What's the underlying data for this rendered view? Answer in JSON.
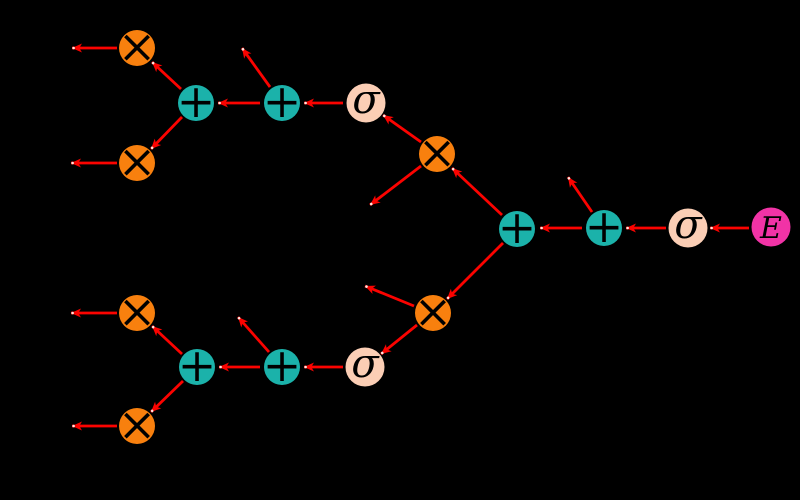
{
  "colors": {
    "background": "#000000",
    "multiply": "#F8800E",
    "add": "#1BB2AA",
    "sigmoid": "#FBCEB5",
    "error": "#F133A6",
    "arrow": "#FB0300",
    "symbol": "#000000",
    "arrow_tip": "#FFE9E2"
  },
  "nodes": [
    {
      "id": "error",
      "type": "error",
      "symbol": "E"
    },
    {
      "id": "sigmoid-output",
      "type": "sigmoid",
      "symbol": "σ"
    },
    {
      "id": "add-output-2",
      "type": "add",
      "symbol": "+"
    },
    {
      "id": "add-output-1",
      "type": "add",
      "symbol": "+"
    },
    {
      "id": "multiply-hidden-top",
      "type": "multiply",
      "symbol": "×"
    },
    {
      "id": "multiply-hidden-bottom",
      "type": "multiply",
      "symbol": "×"
    },
    {
      "id": "sigmoid-hidden-top",
      "type": "sigmoid",
      "symbol": "σ"
    },
    {
      "id": "sigmoid-hidden-bottom",
      "type": "sigmoid",
      "symbol": "σ"
    },
    {
      "id": "add-hidden-top-2",
      "type": "add",
      "symbol": "+"
    },
    {
      "id": "add-hidden-top-1",
      "type": "add",
      "symbol": "+"
    },
    {
      "id": "add-hidden-bottom-2",
      "type": "add",
      "symbol": "+"
    },
    {
      "id": "add-hidden-bottom-1",
      "type": "add",
      "symbol": "+"
    },
    {
      "id": "multiply-input-top-1",
      "type": "multiply",
      "symbol": "×"
    },
    {
      "id": "multiply-input-top-2",
      "type": "multiply",
      "symbol": "×"
    },
    {
      "id": "multiply-input-bottom-1",
      "type": "multiply",
      "symbol": "×"
    },
    {
      "id": "multiply-input-bottom-2",
      "type": "multiply",
      "symbol": "×"
    }
  ],
  "edges": [
    {
      "from": "error",
      "to": "sigmoid-output"
    },
    {
      "from": "sigmoid-output",
      "to": "add-output-2"
    },
    {
      "from": "add-output-2",
      "to": "add-output-1"
    },
    {
      "from": "add-output-1",
      "to": "multiply-hidden-top"
    },
    {
      "from": "add-output-1",
      "to": "multiply-hidden-bottom"
    },
    {
      "from": "multiply-hidden-top",
      "to": "sigmoid-hidden-top"
    },
    {
      "from": "multiply-hidden-bottom",
      "to": "sigmoid-hidden-bottom"
    },
    {
      "from": "sigmoid-hidden-top",
      "to": "add-hidden-top-2"
    },
    {
      "from": "add-hidden-top-2",
      "to": "add-hidden-top-1"
    },
    {
      "from": "sigmoid-hidden-bottom",
      "to": "add-hidden-bottom-2"
    },
    {
      "from": "add-hidden-bottom-2",
      "to": "add-hidden-bottom-1"
    },
    {
      "from": "add-hidden-top-1",
      "to": "multiply-input-top-1"
    },
    {
      "from": "add-hidden-top-1",
      "to": "multiply-input-top-2"
    },
    {
      "from": "add-hidden-bottom-1",
      "to": "multiply-input-bottom-1"
    },
    {
      "from": "add-hidden-bottom-1",
      "to": "multiply-input-bottom-2"
    },
    {
      "from": "multiply-input-top-1",
      "to": "unlabeled"
    },
    {
      "from": "multiply-input-top-2",
      "to": "unlabeled"
    },
    {
      "from": "multiply-input-bottom-1",
      "to": "unlabeled"
    },
    {
      "from": "multiply-input-bottom-2",
      "to": "unlabeled"
    },
    {
      "from": "add-hidden-top-2",
      "to": "unlabeled"
    },
    {
      "from": "add-hidden-bottom-2",
      "to": "unlabeled"
    },
    {
      "from": "add-output-2",
      "to": "unlabeled"
    },
    {
      "from": "multiply-hidden-top",
      "to": "unlabeled"
    },
    {
      "from": "multiply-hidden-bottom",
      "to": "unlabeled"
    }
  ]
}
